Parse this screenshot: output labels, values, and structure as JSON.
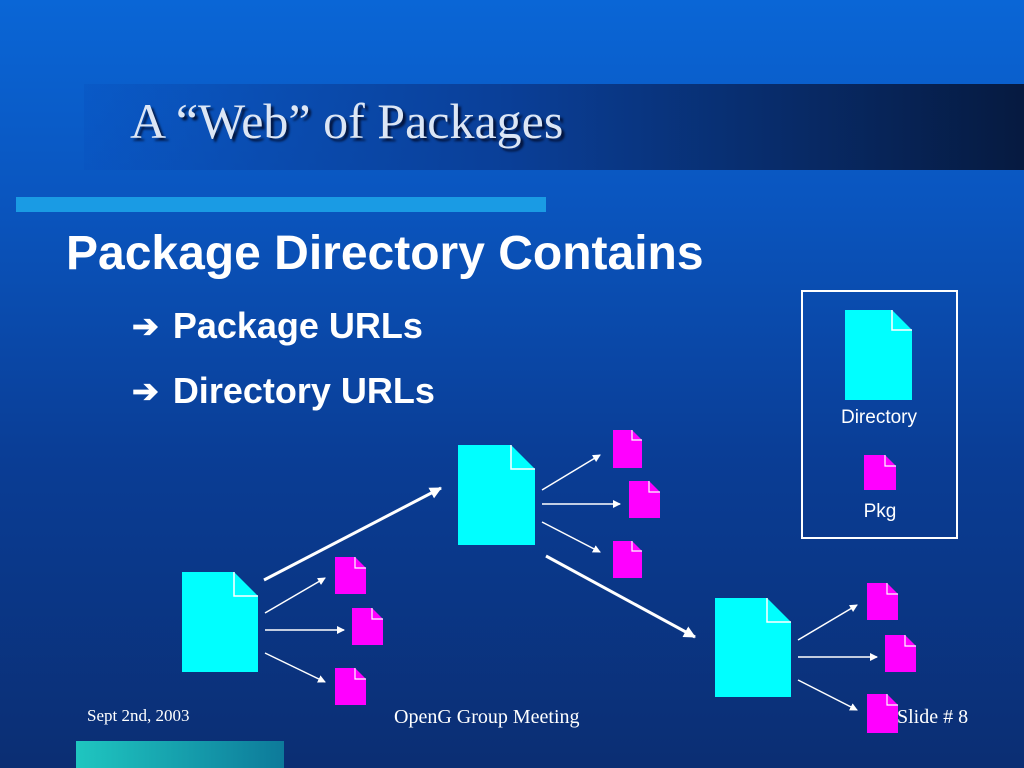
{
  "slide": {
    "title": "A “Web” of Packages",
    "heading": "Package Directory Contains",
    "bullets": [
      {
        "icon": "right-arrow-icon",
        "arrow": "➔",
        "text": "Package URLs"
      },
      {
        "icon": "right-arrow-icon",
        "arrow": "➔",
        "text": "Directory URLs"
      }
    ]
  },
  "legend": {
    "directory_label": "Directory",
    "pkg_label": "Pkg"
  },
  "footer": {
    "date": "Sept 2nd, 2003",
    "center": "OpenG Group Meeting",
    "slide_number": "Slide # 8"
  },
  "colors": {
    "directory": "#00ffff",
    "package": "#ff00ff",
    "title_rule": "#1a9be4",
    "background_top": "#0a66d6",
    "background_bottom": "#0b2e73"
  }
}
